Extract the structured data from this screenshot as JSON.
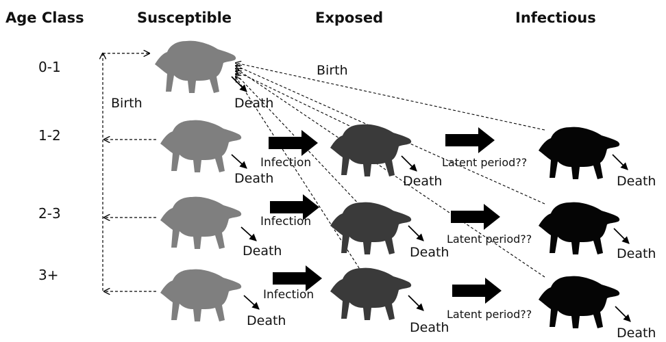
{
  "headers": {
    "age_class": "Age Class",
    "susceptible": "Susceptible",
    "exposed": "Exposed",
    "infectious": "Infectious"
  },
  "age_classes": [
    "0-1",
    "1-2",
    "2-3",
    "3+"
  ],
  "labels": {
    "birth": "Birth",
    "death": "Death",
    "infection": "Infection",
    "latent": "Latent period??"
  },
  "colors": {
    "susceptible": "#7f7f7f",
    "exposed": "#3a3a3a",
    "infectious": "#050505",
    "arrow": "#000000"
  },
  "icons": [
    "devil-silhouette-icon",
    "block-arrow-icon",
    "death-arrow-icon"
  ]
}
